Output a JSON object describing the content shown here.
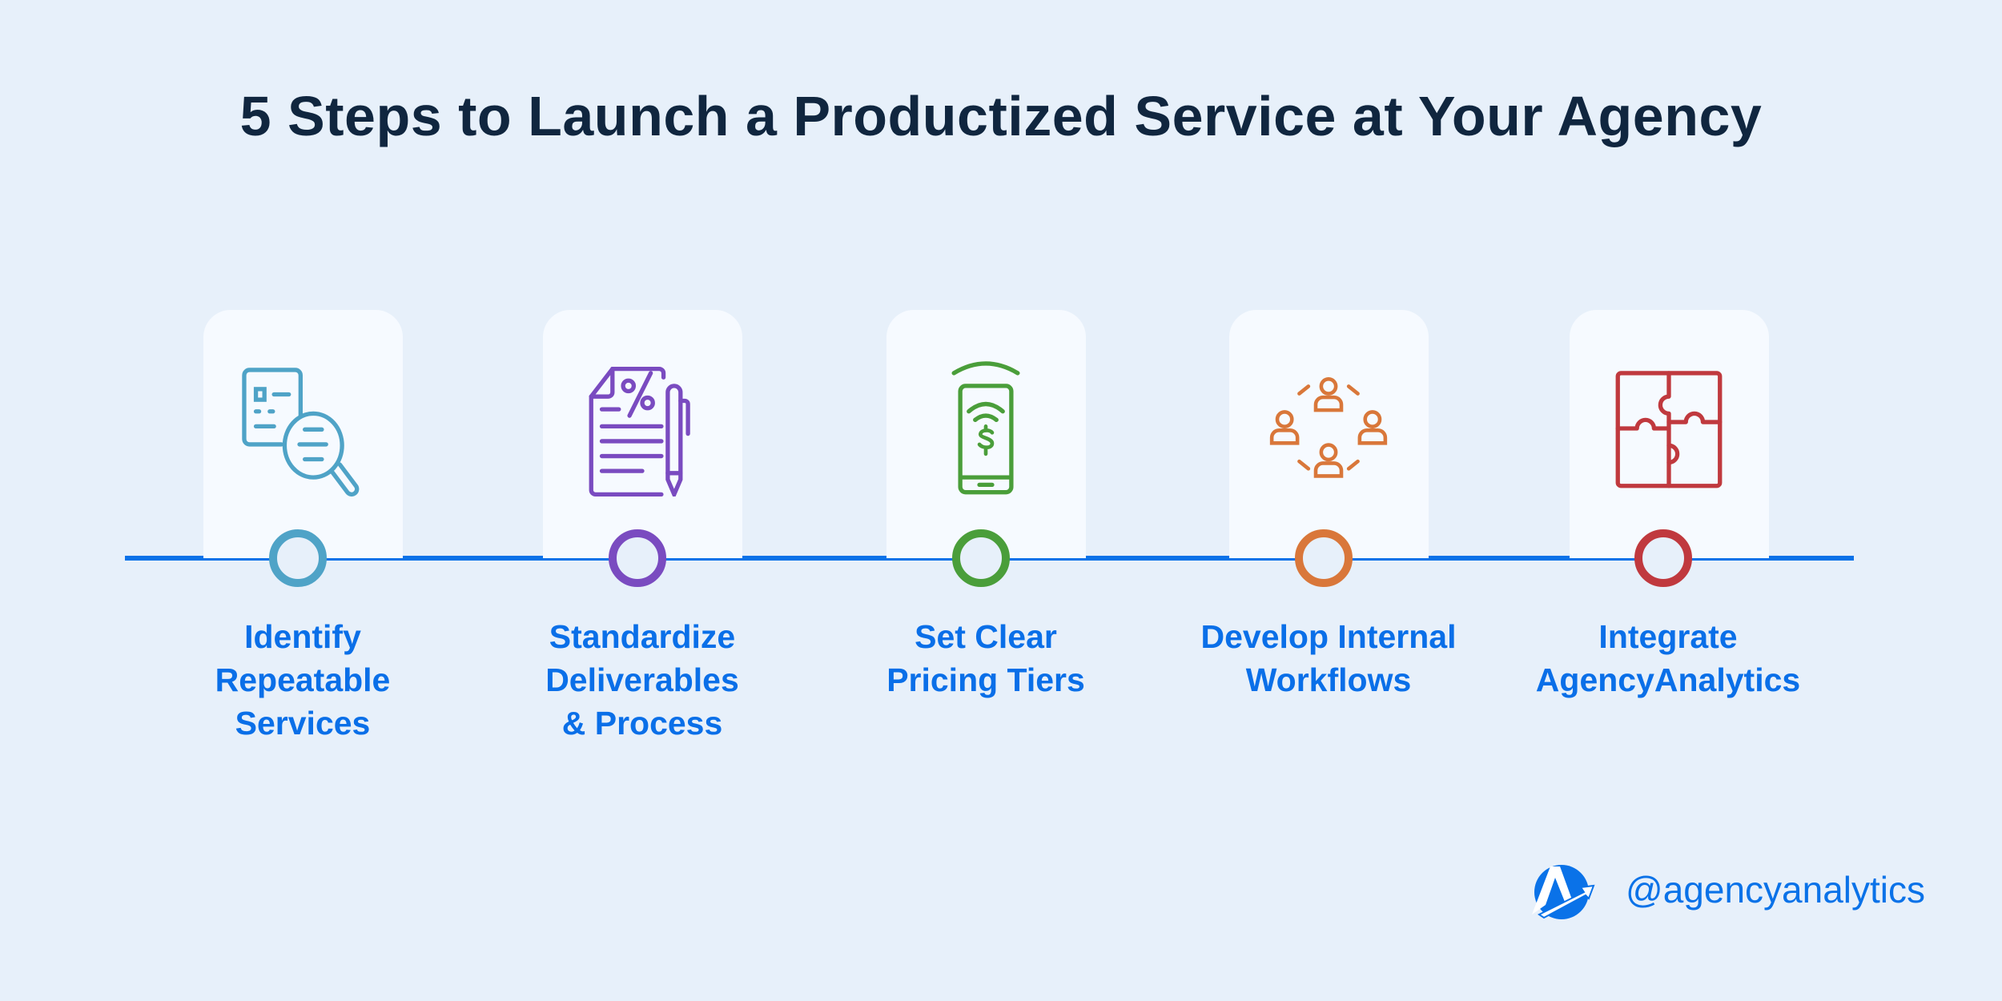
{
  "title": "5 Steps to Launch a Productized Service at Your Agency",
  "colors": {
    "background": "#e7f0fa",
    "timeline": "#0a72e8",
    "label": "#0a6fe8",
    "title": "#10263f"
  },
  "steps": [
    {
      "label_lines": [
        "Identify",
        "Repeatable",
        "Services"
      ],
      "icon": "document-search-icon",
      "color": "#4fa3c7"
    },
    {
      "label_lines": [
        "Standardize",
        "Deliverables",
        "& Process"
      ],
      "icon": "document-percent-pen-icon",
      "color": "#7a4bc0"
    },
    {
      "label_lines": [
        "Set Clear",
        "Pricing Tiers"
      ],
      "icon": "mobile-payment-icon",
      "color": "#4a9e3a"
    },
    {
      "label_lines": [
        "Develop Internal",
        "Workflows"
      ],
      "icon": "team-cycle-icon",
      "color": "#d9773a"
    },
    {
      "label_lines": [
        "Integrate",
        "AgencyAnalytics"
      ],
      "icon": "puzzle-icon",
      "color": "#c0393e"
    }
  ],
  "footer": {
    "handle": "@agencyanalytics",
    "logo_text": "A"
  }
}
